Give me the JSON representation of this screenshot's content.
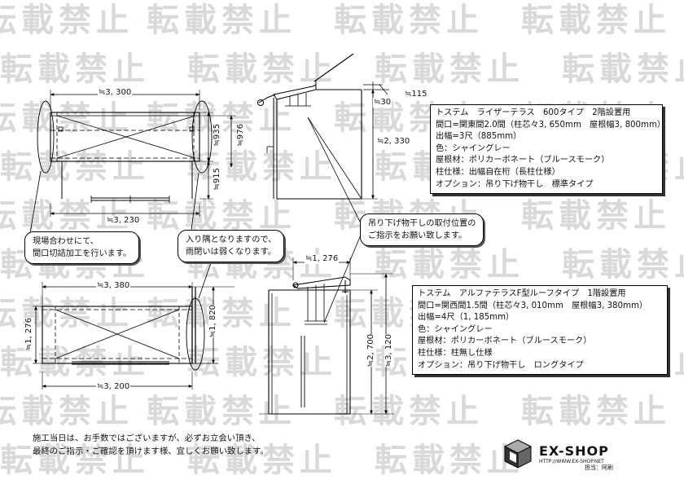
{
  "watermark_text": "転載禁止",
  "top_plan": {
    "width_top": "≒3, 300",
    "width_bottom": "≒3, 230",
    "depth_a": "≒935",
    "depth_b": "≒976",
    "depth_c": "≒915"
  },
  "top_side": {
    "dim_115": "≒115",
    "dim_30": "≒30",
    "height": "≒2, 330"
  },
  "top_spec": {
    "lines": [
      "トステム　ライザーテラス　600タイプ　2階設置用",
      "間口=関東間2.0間（柱芯々3, 650mm　屋根幅3, 800mm）",
      "出幅=3尺（885mm）",
      "色：シャイングレー",
      "屋根材：ポリカーボネート（ブルースモーク）",
      "柱仕様：出幅自在桁（長柱仕様）",
      "オプション：吊り下げ物干し　標準タイプ"
    ]
  },
  "notes": {
    "left": [
      "現場合わせにて、",
      "間口切詰加工を行います。"
    ],
    "middle": [
      "入り隅となりますので、",
      "雨閉いは弱くなります。"
    ],
    "right": [
      "吊り下げ物干しの取付位置の",
      "ご指示をお願い致します。"
    ]
  },
  "bottom_plan": {
    "width_top": "≒3, 380",
    "width_bottom": "≒3, 200",
    "depth_left": "≒1, 276",
    "depth_right": "≒1, 820"
  },
  "bottom_side": {
    "width": "≒1, 276",
    "height_a": "≒2, 700",
    "height_b": "≒3, 120"
  },
  "bottom_spec": {
    "lines": [
      "トステム　アルファテラスF型ルーフタイプ　1階設置用",
      "間口=関西間1.5間（柱芯々3, 010mm　屋根幅3, 380mm）",
      "出幅=4尺（1, 185mm）",
      "色：シャイングレー",
      "屋根材：ポリカーボネート（ブルースモーク）",
      "柱仕様：柱無し仕様",
      "オプション：吊り下げ物干し　ロングタイプ"
    ]
  },
  "footer": {
    "lines": [
      "施工当日は、お手数ではございますが、必ずお立会い頂き、",
      "最終のご指示・ご確認を頂けます様、宜しくお願い致します。"
    ]
  },
  "logo": {
    "brand": "EX-SHOP",
    "url": "HTTP://WWW.EX-SHOP.NET",
    "author": "担当：阿刷"
  }
}
